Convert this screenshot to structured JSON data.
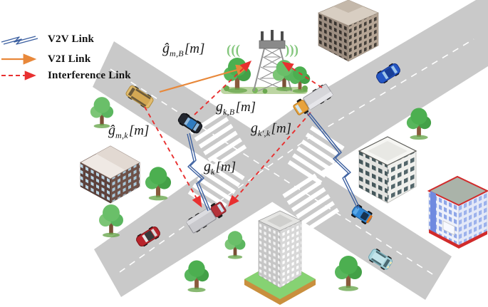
{
  "legend": {
    "items": [
      {
        "id": "v2v",
        "label": "V2V Link"
      },
      {
        "id": "v2i",
        "label": "V2I Link"
      },
      {
        "id": "interference",
        "label": "Interference Link"
      }
    ]
  },
  "channel_labels": {
    "g_mB": {
      "base": "ĝ",
      "sub": "m,B",
      "arg": "[m]"
    },
    "g_kB": {
      "base": "g",
      "sub": "k,B",
      "arg": "[m]"
    },
    "g_mk": {
      "base": "ĝ",
      "sub": "m,k",
      "arg": "[m]"
    },
    "g_kpk": {
      "base": "g",
      "sub": "k′,k",
      "arg": "[m]"
    },
    "g_k": {
      "base": "g",
      "sub": "k",
      "arg": "[m]"
    }
  },
  "scene": {
    "signal_left": "(((",
    "signal_right": ")))",
    "base_station": "cellular-base-station-tower",
    "vehicles": [
      "yellow-minibus",
      "dark-sedan",
      "blue-car",
      "container-truck-right",
      "container-truck-center",
      "red-car",
      "blue-buggy",
      "teal-van"
    ],
    "buildings": [
      "tan-office-tower",
      "brown-apartment-block",
      "white-office-building",
      "red-blue-hospital",
      "downtown-tower-on-lawn"
    ]
  },
  "colors": {
    "v2v_link": "#3b5fa0",
    "v2i_link": "#e8883a",
    "interference_link": "#e83030",
    "road": "#c9c9c9",
    "signal_green": "#85c77e"
  }
}
